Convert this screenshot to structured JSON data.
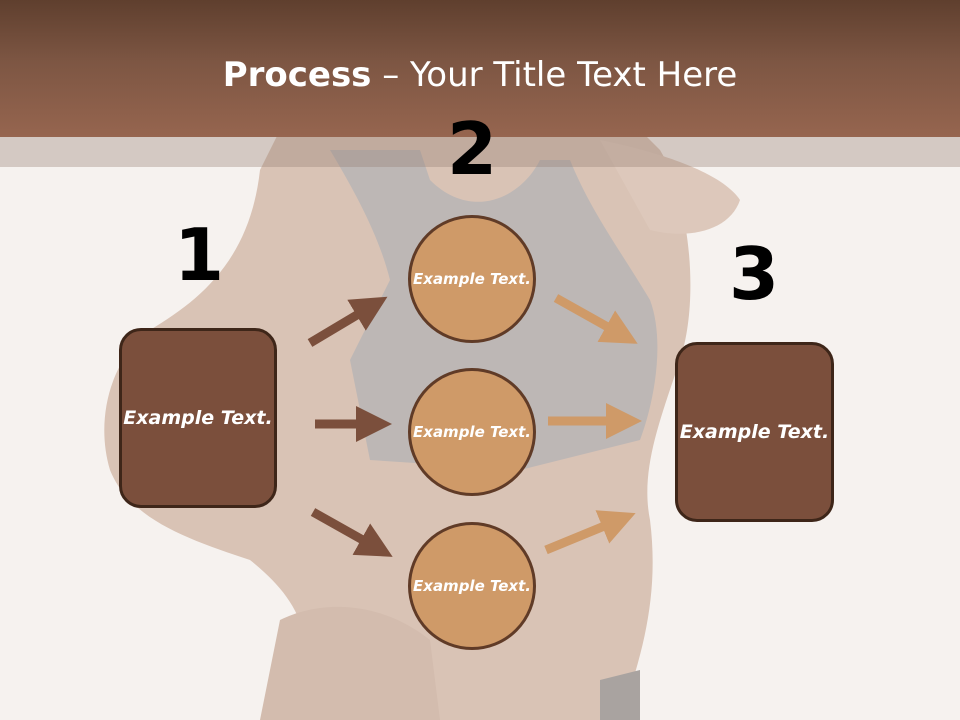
{
  "slide": {
    "title_bold": "Process",
    "title_rest": " – Your Title Text Here"
  },
  "steps": [
    {
      "number": "1",
      "text": "Example Text."
    },
    {
      "number": "2",
      "items": [
        "Example Text.",
        "Example Text.",
        "Example Text."
      ]
    },
    {
      "number": "3",
      "text": "Example Text."
    }
  ],
  "colors": {
    "header": "#7d5643",
    "box_fill": "#7b4f3c",
    "circle_fill": "#cf9a68",
    "arrow_dark": "#7b4f3c",
    "arrow_light": "#cf9a68"
  }
}
